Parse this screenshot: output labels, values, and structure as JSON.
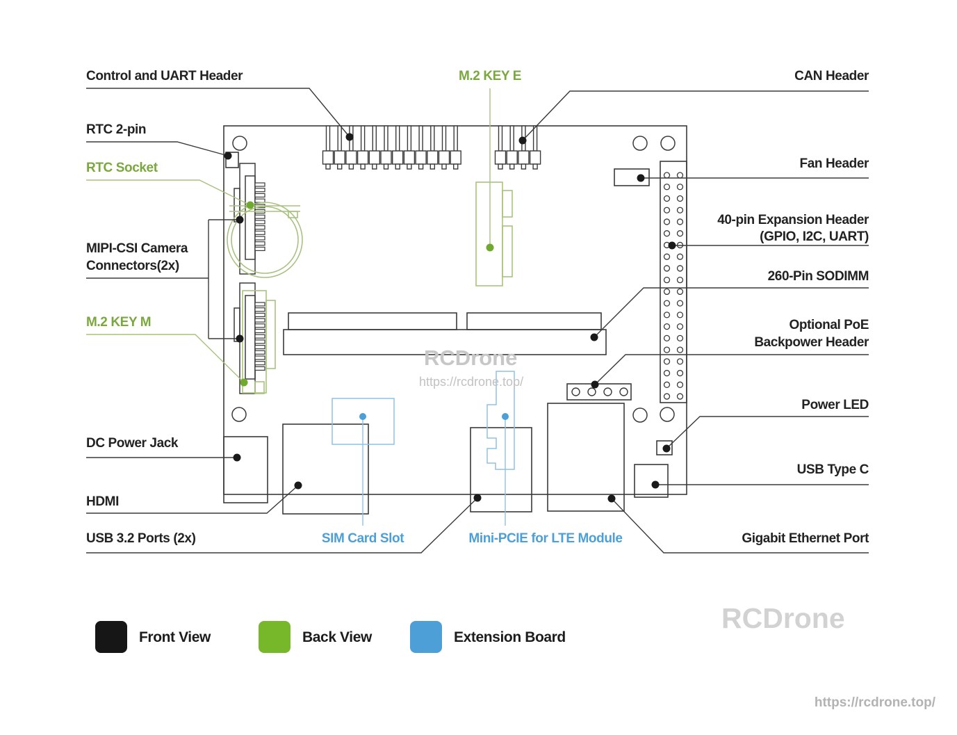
{
  "labels": {
    "control_uart": "Control and UART Header",
    "rtc_2pin": "RTC 2-pin",
    "rtc_socket": "RTC Socket",
    "mipi_line1": "MIPI-CSI Camera",
    "mipi_line2": "Connectors(2x)",
    "m2_key_m": "M.2 KEY M",
    "dc_power_jack": "DC Power Jack",
    "hdmi": "HDMI",
    "usb32": "USB 3.2 Ports (2x)",
    "m2_key_e": "M.2 KEY E",
    "can": "CAN Header",
    "fan": "Fan Header",
    "expansion_line1": "40-pin Expansion Header",
    "expansion_line2": "(GPIO, I2C, UART)",
    "sodimm": "260-Pin SODIMM",
    "poe_line1": "Optional PoE",
    "poe_line2": "Backpower Header",
    "power_led": "Power LED",
    "usb_c": "USB Type C",
    "ethernet": "Gigabit Ethernet Port",
    "sim": "SIM Card Slot",
    "minipcie": "Mini-PCIE for LTE Module"
  },
  "legend": [
    {
      "label": "Front View",
      "color": "#161616"
    },
    {
      "label": "Back View",
      "color": "#76b82a"
    },
    {
      "label": "Extension Board",
      "color": "#4d9fd7"
    }
  ],
  "watermarks": {
    "center_name": "RCDrone",
    "center_url": "https://rcdrone.top/",
    "corner_name": "RCDrone",
    "corner_url": "https://rcdrone.top/"
  },
  "colors": {
    "label_black": "#222222",
    "label_green": "#7aa83c",
    "label_blue": "#4d9fd7",
    "outline_black": "#3a3a3a",
    "outline_green": "#a9c17f",
    "outline_blue": "#8fc1e3",
    "dot_green": "#6fa92e",
    "dot_blue": "#4d9fd7"
  },
  "board": {
    "pin_counts": {
      "control_uart_pins": 12,
      "can_pins": 4,
      "expansion_rows": 20,
      "expansion_cols": 2,
      "poe_pins": 4,
      "camera_teeth": 13
    }
  }
}
